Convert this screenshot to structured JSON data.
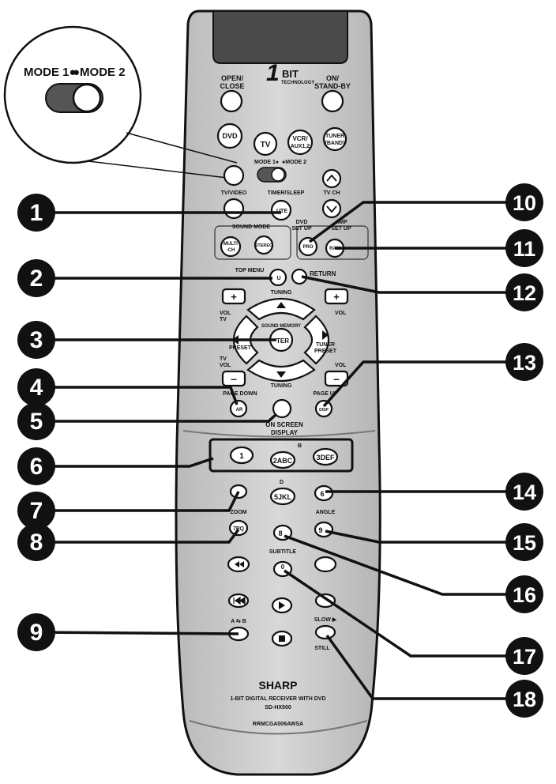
{
  "inset": {
    "mode1": "MODE 1●",
    "mode2": "●MODE 2"
  },
  "remote": {
    "logo_top": "BIT",
    "logo_sub": "TECHNOLOGY",
    "logo_one": "1",
    "open_close": [
      "OPEN/",
      "CLOSE"
    ],
    "on_standby": [
      "ON/",
      "STAND-BY"
    ],
    "source_buttons": [
      "DVD",
      "TV",
      "VCR/",
      "AUX1,2",
      "TUNER",
      "(BAND)"
    ],
    "mode_switch": [
      "MODE 1●",
      "●MODE 2"
    ],
    "tv_video": "TV/VIDEO",
    "timer_sleep": "TIMER/SLEEP",
    "tv_ch": "TV CH",
    "mute": "UTE",
    "dvd_setup": [
      "DVD",
      "SET UP"
    ],
    "amp_setup": [
      "AMP",
      "SET UP"
    ],
    "sound_mode": "SOUND MODE",
    "multi_ch": [
      "MULTI",
      "-CH"
    ],
    "stereo": "STEREO",
    "prog": "PRO",
    "amp_small": "RAM",
    "top_menu": "TOP MENU",
    "menu_btn": "U",
    "return": "RETURN",
    "tuning_top": "TUNING",
    "vol_tv_left": [
      "VOL",
      "TV"
    ],
    "vol_right": "VOL",
    "sound_memory": "SOUND MEMORY",
    "enter": "TER",
    "preset_left": "PRESET",
    "tuner_preset": [
      "TUNER",
      "PRESET"
    ],
    "tv_vol": [
      "TV",
      "VOL"
    ],
    "vol_bottom_right": "VOL",
    "tuning_bottom": "TUNING",
    "page_down": "PAGE DOWN",
    "page_up": "PAGE UP",
    "osd": [
      "ON SCREEN",
      "DISPLAY"
    ],
    "clear_small": "AR",
    "display_small": "DISP",
    "num_b": "B",
    "num1": "1",
    "num2": "2ABC",
    "num3": "3DEF",
    "num_d": "D",
    "num5": "5JKL",
    "num6": "6",
    "zoom": "ZOOM",
    "angle": "ANGLE",
    "num7": "7PQ",
    "num8": "8",
    "num9": "9",
    "subtitle": "SUBTITLE",
    "num0": "0",
    "ab": "A ⇆ B",
    "slow": "SLOW ▶",
    "still": "STILL",
    "brand": "SHARP",
    "desc": "1-BIT DIGITAL RECEIVER WITH DVD",
    "model": "SD-HX500",
    "code": "RRMCGA006AWSA"
  },
  "callouts": [
    "1",
    "2",
    "3",
    "4",
    "5",
    "6",
    "7",
    "8",
    "9",
    "10",
    "11",
    "12",
    "13",
    "14",
    "15",
    "16",
    "17",
    "18"
  ],
  "colors": {
    "body": "#cfcfcf",
    "callout": "#111111",
    "panel": "#4a4a4a"
  }
}
